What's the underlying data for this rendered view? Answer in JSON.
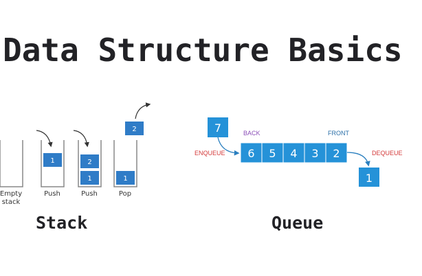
{
  "title": "Data Structure Basics",
  "colors": {
    "stack_box": "#2f7cc7",
    "queue_box": "#2592d8",
    "enqueue": "#d33a3a",
    "dequeue": "#d33a3a",
    "back": "#8b4fb8",
    "front": "#2a6fa8",
    "container": "#888888",
    "text": "#222226"
  },
  "stack": {
    "heading": "Stack",
    "steps": [
      {
        "label_lines": [
          "Empty",
          "stack"
        ],
        "items": [],
        "popped": null
      },
      {
        "label_lines": [
          "Push"
        ],
        "items": [
          "1"
        ],
        "popped": null
      },
      {
        "label_lines": [
          "Push"
        ],
        "items": [
          "1",
          "2"
        ],
        "popped": null
      },
      {
        "label_lines": [
          "Pop"
        ],
        "items": [
          "1"
        ],
        "popped": "2"
      }
    ]
  },
  "queue": {
    "heading": "Queue",
    "incoming": "7",
    "items": [
      "6",
      "5",
      "4",
      "3",
      "2"
    ],
    "outgoing": "1",
    "labels": {
      "enqueue": "ENQUEUE",
      "dequeue": "DEQUEUE",
      "back": "BACK",
      "front": "FRONT"
    }
  }
}
